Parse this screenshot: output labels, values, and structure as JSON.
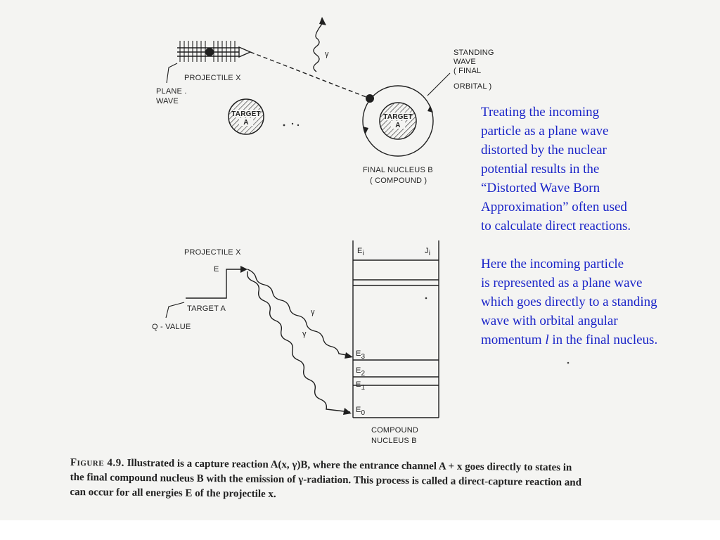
{
  "top_diagram": {
    "projectile_label": "PROJECTILE X",
    "plane_wave_label": [
      "PLANE .",
      "WAVE"
    ],
    "gamma_label": "γ",
    "target_label_1": "TARGET",
    "target_label_2": "A",
    "standing_wave_label": [
      "STANDING",
      "WAVE",
      "( FINAL",
      "ORBITAL )"
    ],
    "final_nucleus_label": [
      "FINAL  NUCLEUS B",
      "( COMPOUND )"
    ]
  },
  "level_diagram": {
    "projectile_label": "PROJECTILE X",
    "energy_label": "E",
    "target_label": "TARGET A",
    "q_value_label": "Q - VALUE",
    "gamma_label_1": "γ",
    "gamma_label_2": "γ",
    "ei_label": "E",
    "ei_sub": "i",
    "ji_label": "J",
    "ji_sub": "i",
    "e3_label": "E",
    "e3_sub": "3",
    "e2_label": "E",
    "e2_sub": "2",
    "e1_label": "E",
    "e1_sub": "1",
    "e0_label": "E",
    "e0_sub": "0",
    "compound_label": [
      "COMPOUND",
      "NUCLEUS  B"
    ]
  },
  "explanation": {
    "para1": "Treating the incoming\nparticle as a plane wave\ndistorted by the nuclear\npotential results in the\n“Distorted Wave Born\nApproximation” often used\nto calculate direct reactions.",
    "para2_before": "Here the incoming particle\nis represented as a plane wave\nwhich goes directly to a standing\nwave with orbital angular\nmomentum ",
    "para2_symbol": "l",
    "para2_after": " in the final nucleus."
  },
  "caption": {
    "figure_label": "Figure 4.9.",
    "text": " Illustrated is a capture reaction A(x, γ)B, where the entrance channel A + x goes directly to states in the final compound nucleus B with the emission of γ-radiation. This process is called a direct-capture reaction and can occur for all energies E of the projectile x."
  },
  "colors": {
    "explanation_text": "#1a24c8",
    "ink": "#1f1f1f",
    "scan_background": "#f4f4f2"
  }
}
